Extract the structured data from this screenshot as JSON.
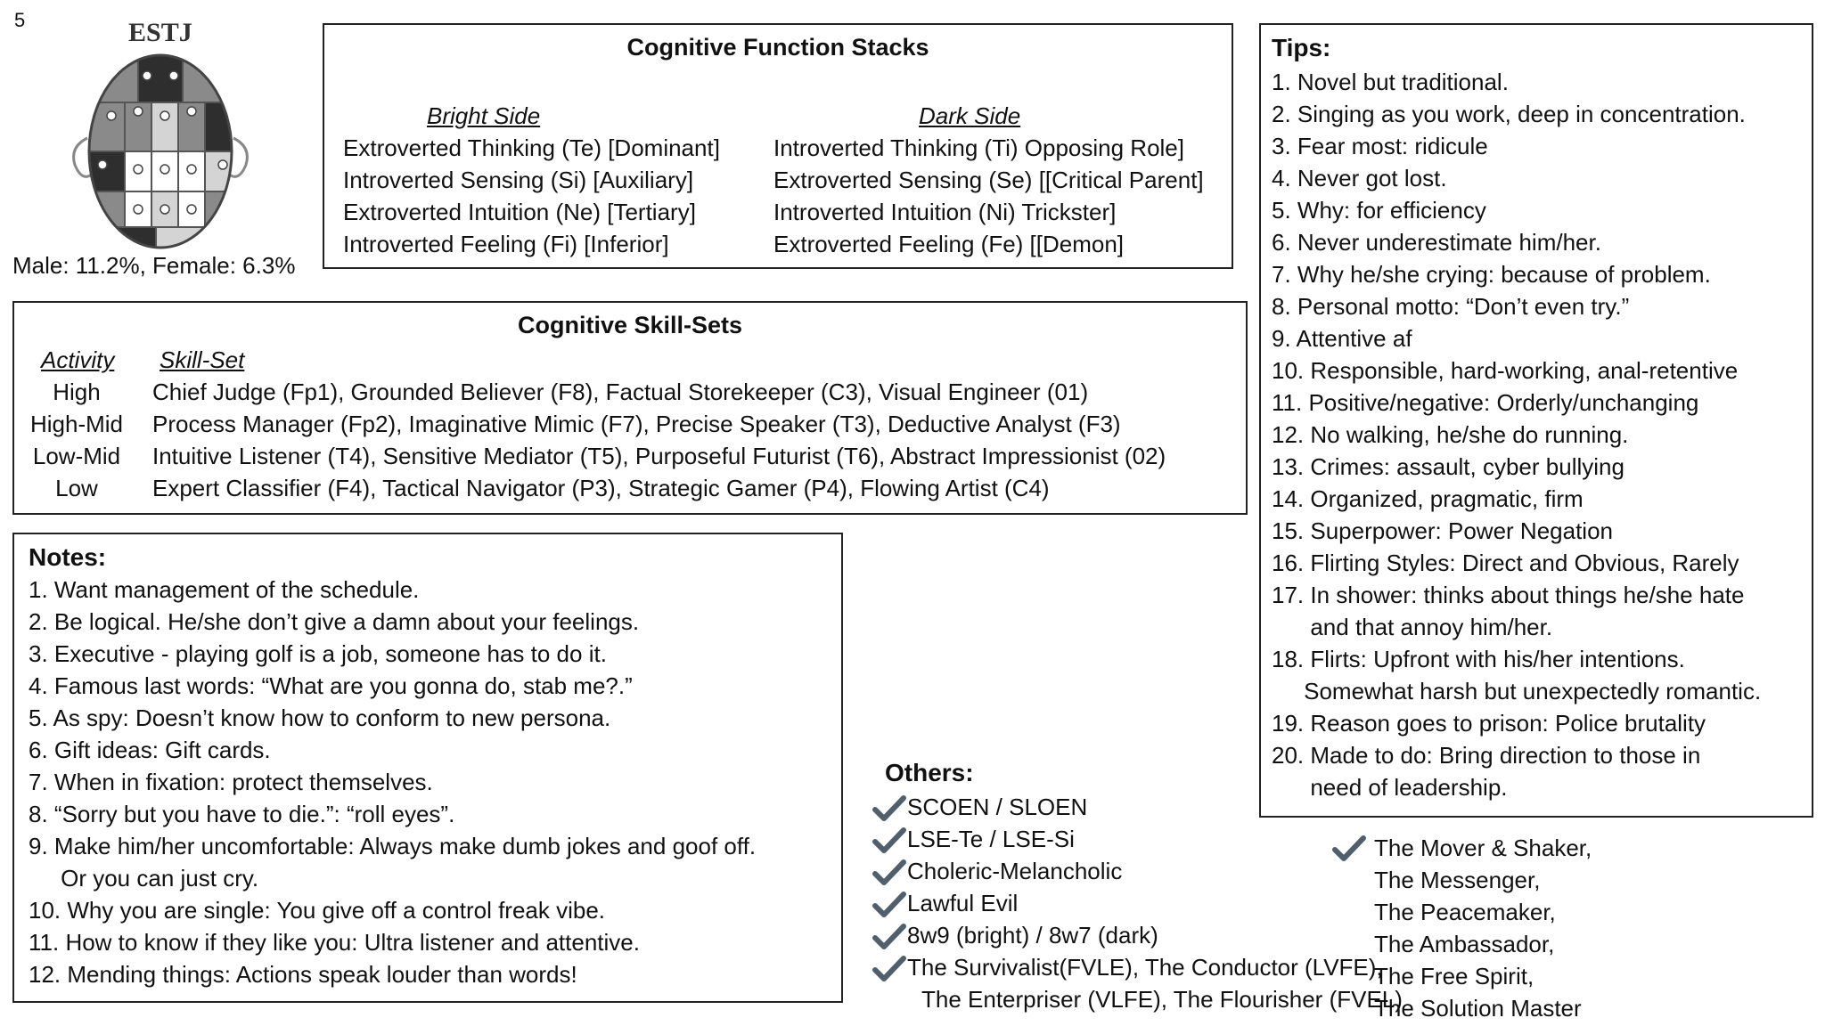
{
  "page_number": "5",
  "type_label": "ESTJ",
  "stats": "Male: 11.2%, Female: 6.3%",
  "functions": {
    "title": "Cognitive Function Stacks",
    "bright_title": "Bright Side",
    "dark_title": "Dark Side",
    "bright": [
      "Extroverted Thinking (Te) [Dominant]",
      "Introverted Sensing (Si) [Auxiliary]",
      "Extroverted Intuition (Ne) [Tertiary]",
      "Introverted Feeling (Fi) [Inferior]"
    ],
    "dark": [
      "Introverted Thinking (Ti) Opposing Role]",
      "Extroverted Sensing (Se) [[Critical Parent]",
      "Introverted Intuition (Ni) Trickster]",
      "Extroverted Feeling (Fe) [[Demon]"
    ]
  },
  "skills": {
    "title": "Cognitive Skill-Sets",
    "activity_header": "Activity",
    "skillset_header": "Skill-Set",
    "rows": [
      {
        "level": "High",
        "skills": "Chief Judge (Fp1), Grounded Believer (F8), Factual Storekeeper (C3), Visual Engineer (01)"
      },
      {
        "level": "High-Mid",
        "skills": "Process Manager (Fp2), Imaginative Mimic (F7), Precise Speaker (T3), Deductive Analyst (F3)"
      },
      {
        "level": "Low-Mid",
        "skills": "Intuitive Listener (T4), Sensitive Mediator (T5), Purposeful Futurist (T6), Abstract Impressionist (02)"
      },
      {
        "level": "Low",
        "skills": "Expert Classifier (F4), Tactical Navigator (P3), Strategic Gamer (P4), Flowing Artist (C4)"
      }
    ]
  },
  "notes": {
    "title": "Notes:",
    "items": [
      "1. Want management of the schedule.",
      "2. Be logical. He/she don’t give a damn about your feelings.",
      "3. Executive - playing golf is a job, someone has to do it.",
      "4. Famous last words: “What are you gonna do, stab me?.”",
      "5. As spy: Doesn’t know how to conform to new persona.",
      "6. Gift ideas: Gift cards.",
      "7. When in fixation: protect themselves.",
      "8. “Sorry but you have to die.”: “roll eyes”.",
      "9. Make him/her uncomfortable: Always make dumb jokes and goof off.",
      "     Or you can just cry.",
      "10. Why you are single: You give off a control freak vibe.",
      "11. How to know if they like you: Ultra listener and attentive.",
      "12. Mending things: Actions speak louder than words!"
    ]
  },
  "tips": {
    "title": "Tips:",
    "items": [
      "1. Novel but traditional.",
      "2. Singing as you work, deep in concentration.",
      "3. Fear most: ridicule",
      "4. Never got lost.",
      "5. Why: for efficiency",
      "6. Never underestimate him/her.",
      "7. Why he/she crying: because of problem.",
      "8. Personal motto: “Don’t even try.”",
      "9. Attentive af",
      "10. Responsible, hard-working, anal-retentive",
      "11. Positive/negative: Orderly/unchanging",
      "12. No walking, he/she do running.",
      "13. Crimes: assault, cyber bullying",
      "14. Organized, pragmatic, firm",
      "15. Superpower: Power Negation",
      "16. Flirting Styles: Direct and Obvious, Rarely",
      "17. In shower: thinks about things he/she hate",
      "      and that annoy him/her.",
      "18. Flirts: Upfront with his/her intentions.",
      "     Somewhat harsh but unexpectedly romantic.",
      "19. Reason goes to prison: Police brutality",
      "20. Made to do: Bring direction to those in",
      "      need of leadership."
    ]
  },
  "others": {
    "title": "Others:",
    "items": [
      "SCOEN / SLOEN",
      "LSE-Te / LSE-Si",
      "Choleric-Melancholic",
      "Lawful Evil",
      "8w9 (bright) / 8w7 (dark)",
      "The Survivalist(FVLE), The Conductor (LVFE),"
    ],
    "continuation": "The Enterpriser (VLFE), The Flourisher (FVEL)",
    "roles": [
      "The Mover & Shaker,",
      "The Messenger,",
      "The Peacemaker,",
      "The Ambassador,",
      "The Free Spirit,",
      "The Solution Master"
    ]
  },
  "colors": {
    "check": "#4f5f6b",
    "head_dark": "#2e2e2e",
    "head_mid": "#8a8a8a",
    "head_light": "#d4d4d4"
  }
}
